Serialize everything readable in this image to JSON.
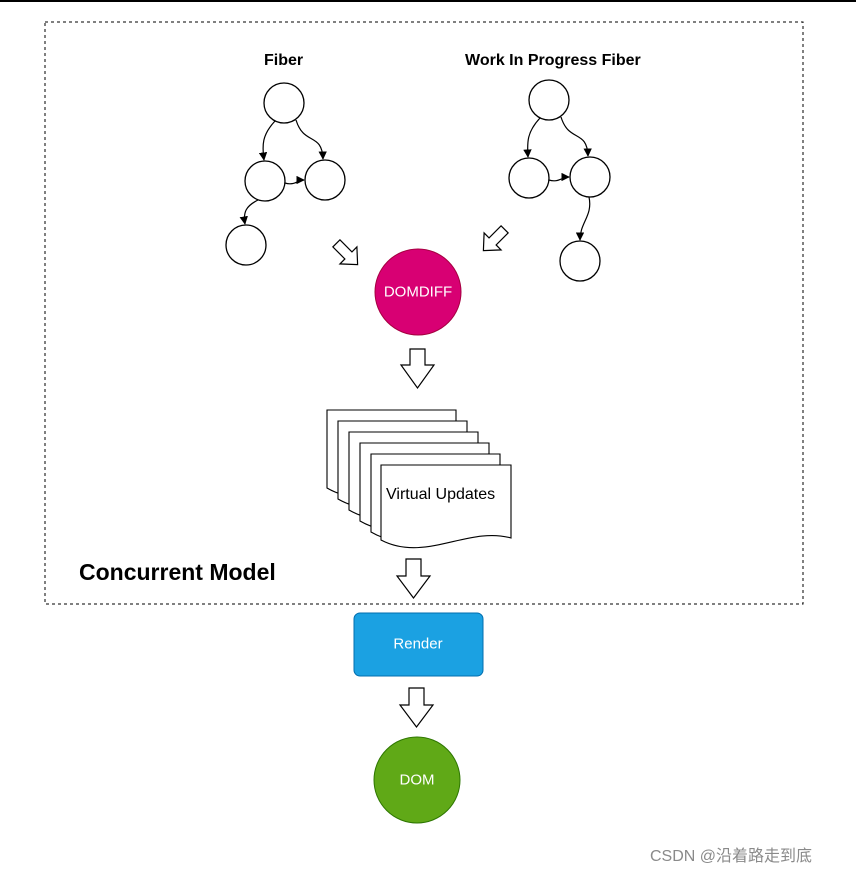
{
  "diagram": {
    "fiber_label": "Fiber",
    "wip_label": "Work In Progress Fiber",
    "domdiff_label": "DOMDIFF",
    "virtual_updates_label": "Virtual Updates",
    "concurrent_label": "Concurrent Model",
    "render_label": "Render",
    "dom_label": "DOM",
    "watermark": "CSDN @沿着路走到底"
  },
  "colors": {
    "domdiff": "#d80073",
    "render": "#1ba1e2",
    "render_border": "#006eaf",
    "dom": "#60a917",
    "dom_border": "#2d7600"
  }
}
